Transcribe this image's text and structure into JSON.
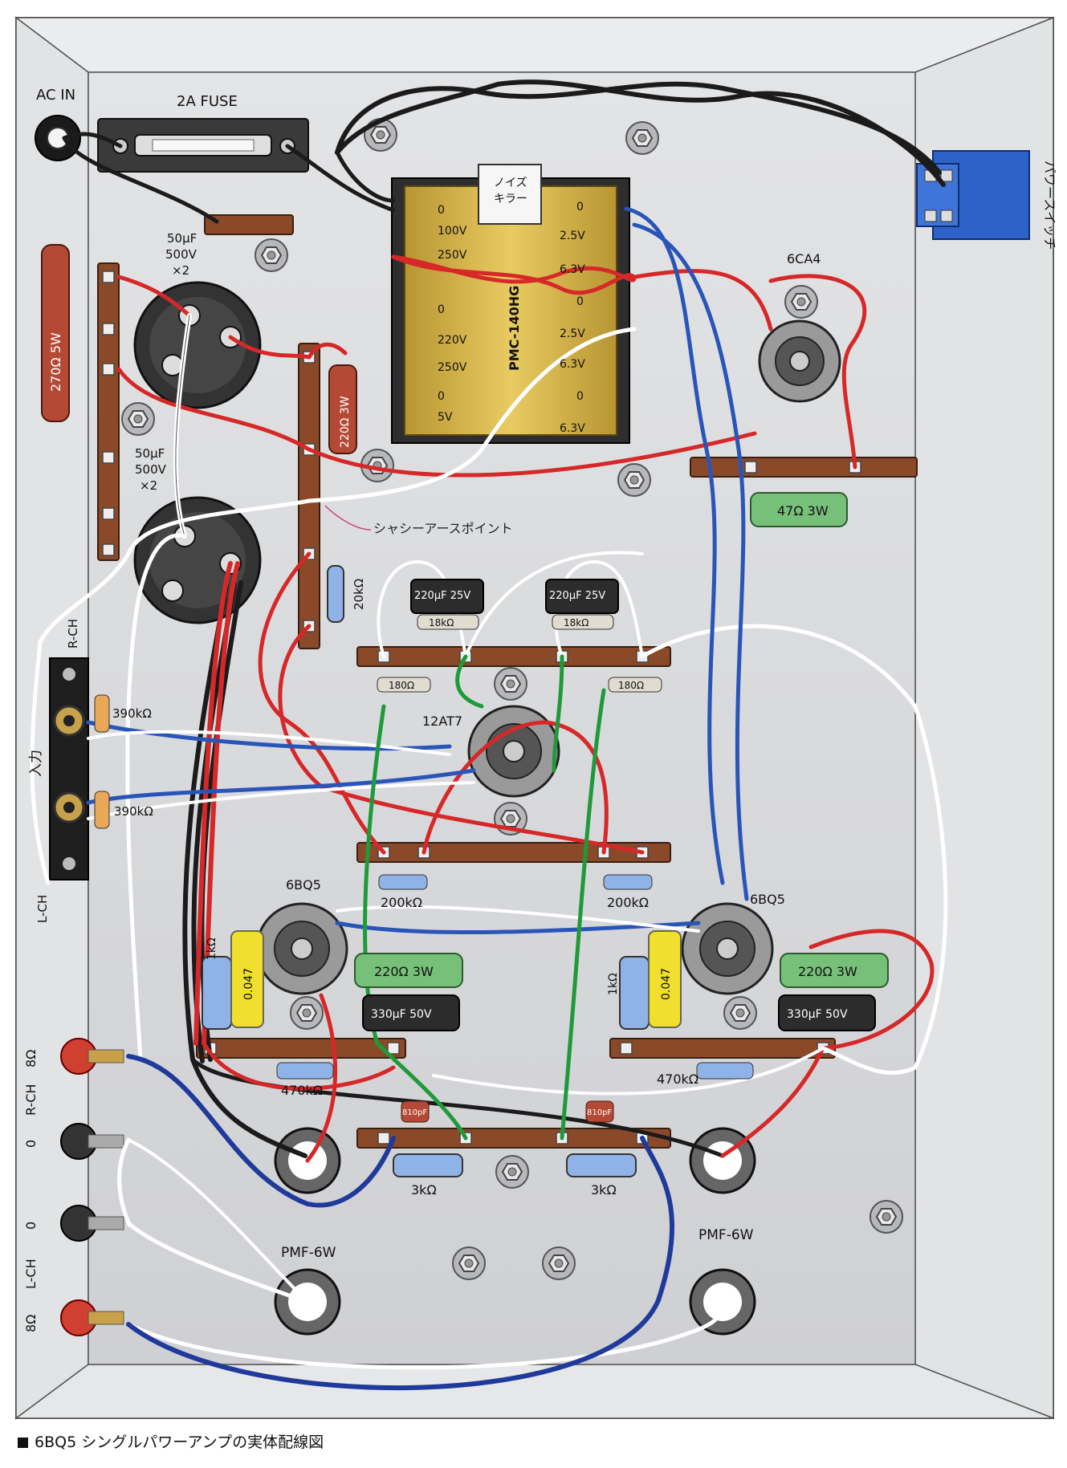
{
  "labels": {
    "ac_in": "AC IN",
    "fuse": "2A FUSE",
    "power_switch": "パワースイッチ",
    "cap1_value": "50μF",
    "cap1_voltage": "500V",
    "cap1_count": "×2",
    "cap2_value": "50μF",
    "cap2_voltage": "500V",
    "cap2_count": "×2",
    "res_270": "270Ω 5W",
    "res_220_3w_top": "220Ω 3W",
    "res_20k": "20kΩ",
    "transformer_name": "PMC-140HG",
    "noise_killer_line1": "ノイズ",
    "noise_killer_line2": "キラー",
    "tap_0a": "0",
    "tap_100v": "100V",
    "tap_250v_a": "250V",
    "tap_0b": "0",
    "tap_220v": "220V",
    "tap_250v_b": "250V",
    "tap_0c": "0",
    "tap_5v": "5V",
    "tap_r0a": "0",
    "tap_25v_a": "2.5V",
    "tap_63v_a": "6.3V",
    "tap_r0b": "0",
    "tap_25v_b": "2.5V",
    "tap_63v_b": "6.3V",
    "tap_r0c": "0",
    "tap_63v_c": "6.3V",
    "tube_6ca4": "6CA4",
    "res_47": "47Ω 3W",
    "chassis_ground": "シャシーアースポイント",
    "ecap_left": "220μF 25V",
    "ecap_right": "220μF 25V",
    "res_18k_left": "18kΩ",
    "res_18k_right": "18kΩ",
    "res_180_left": "180Ω",
    "res_180_right": "180Ω",
    "tube_12at7": "12AT7",
    "rch_in": "R-CH",
    "input": "入力",
    "lch_in": "L-CH",
    "res_390k_top": "390kΩ",
    "res_390k_bottom": "390kΩ",
    "res_200k_left": "200kΩ",
    "res_200k_right": "200kΩ",
    "tube_6bq5_left": "6BQ5",
    "tube_6bq5_right": "6BQ5",
    "res_1k_left": "1kΩ",
    "res_1k_right": "1kΩ",
    "cap_047_left": "0.047",
    "cap_047_right": "0.047",
    "res_220_3w_left": "220Ω 3W",
    "res_220_3w_right": "220Ω 3W",
    "ecap_330_left": "330μF 50V",
    "ecap_330_right": "330μF 50V",
    "res_470k_left": "470kΩ",
    "res_470k_right": "470kΩ",
    "cap_810_left": "810pF",
    "cap_810_right": "810pF",
    "res_3k_left": "3kΩ",
    "res_3k_right": "3kΩ",
    "pmf_left": "PMF-6W",
    "pmf_right": "PMF-6W",
    "out_8_top": "8Ω",
    "out_rch": "R-CH",
    "out_0_top": "0",
    "out_0_bottom": "0",
    "out_lch": "L-CH",
    "out_8_bottom": "8Ω"
  },
  "caption": "6BQ5 シングルパワーアンプの実体配線図",
  "colors": {
    "chassis": "#d9dadc",
    "chassis_wall": "#ebecee",
    "terminal_strip": "#8a4a2a",
    "transformer": "#d9b546",
    "wire_red": "#d62828",
    "wire_black": "#1b1b1b",
    "wire_blue": "#2a55b8",
    "wire_green": "#1f9a3a",
    "wire_white": "#ffffff",
    "switch_blue": "#2f62c8"
  }
}
